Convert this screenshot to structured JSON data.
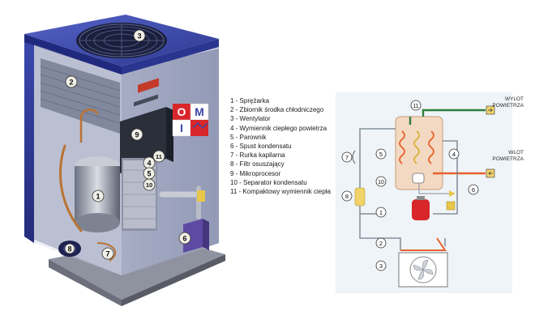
{
  "legend": [
    "1 - Sprężarka",
    "2 - Zbiornik środka chłodniczego",
    "3 - Wentylator",
    "4 - Wymiennik ciepłego powietrza",
    "5 - Parownik",
    "6 - Spust kondensatu",
    "7 - Rurka kapilarna",
    "8 - Filtr osuszający",
    "9 - Mikroprocesor",
    "10 - Separator kondensatu",
    "11 - Kompaktowy wymiennik ciepła"
  ],
  "markers": [
    "1",
    "2",
    "3",
    "4",
    "5",
    "6",
    "7",
    "8",
    "9",
    "10",
    "11"
  ],
  "logo_letters": [
    "O",
    "M",
    "I"
  ],
  "outlet_label": [
    "WYLOT",
    "POWIETRZA"
  ],
  "inlet_label": [
    "WLOT",
    "POWIETRZA"
  ],
  "colors": {
    "cabinet_blue": "#3a47a8",
    "hot_line": "#e8612c",
    "cold_line": "#2f7f3c",
    "schematic_bg": "#eef4f7"
  }
}
